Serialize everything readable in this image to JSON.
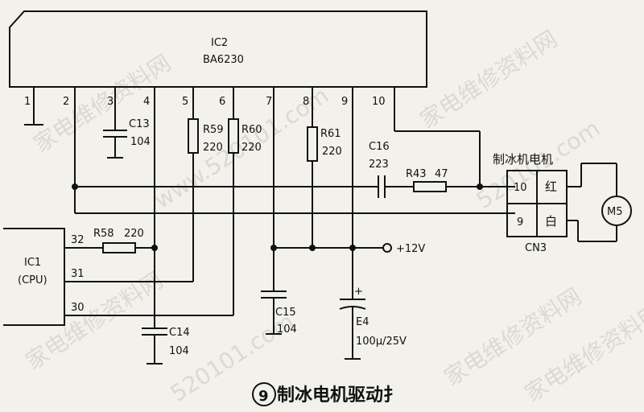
{
  "ic2": {
    "name": "IC2",
    "part": "BA6230",
    "pins": [
      "1",
      "2",
      "3",
      "4",
      "5",
      "6",
      "7",
      "8",
      "9",
      "10"
    ]
  },
  "ic1": {
    "name": "IC1",
    "part": "(CPU)",
    "pins": [
      "32",
      "31",
      "30"
    ]
  },
  "components": {
    "c13": {
      "ref": "C13",
      "value": "104"
    },
    "r59": {
      "ref": "R59",
      "value": "220"
    },
    "r60": {
      "ref": "R60",
      "value": "220"
    },
    "r61": {
      "ref": "R61",
      "value": "220"
    },
    "c16": {
      "ref": "C16",
      "value": "223"
    },
    "r43": {
      "ref": "R43",
      "value": "47"
    },
    "r58": {
      "ref": "R58",
      "value": "220"
    },
    "c14": {
      "ref": "C14",
      "value": "104"
    },
    "c15": {
      "ref": "C15",
      "value": "104"
    },
    "e4": {
      "ref": "E4",
      "value": "100μ/25V",
      "polarity": "+"
    }
  },
  "supply": "+12V",
  "connector": {
    "title": "制冰机电机",
    "ref": "CN3",
    "pin_a": "10",
    "wire_a": "红",
    "pin_b": "9",
    "wire_b": "白"
  },
  "motor": "M5",
  "caption": {
    "number": "9",
    "text": "制冰电机驱动扌"
  },
  "watermarks": [
    "家电维修资料网",
    "www.520101.com",
    "家电维修资料网",
    "520101.com",
    "家电维修资料网",
    "家电维修资料网",
    "520101.com",
    "家电维修资料网"
  ]
}
